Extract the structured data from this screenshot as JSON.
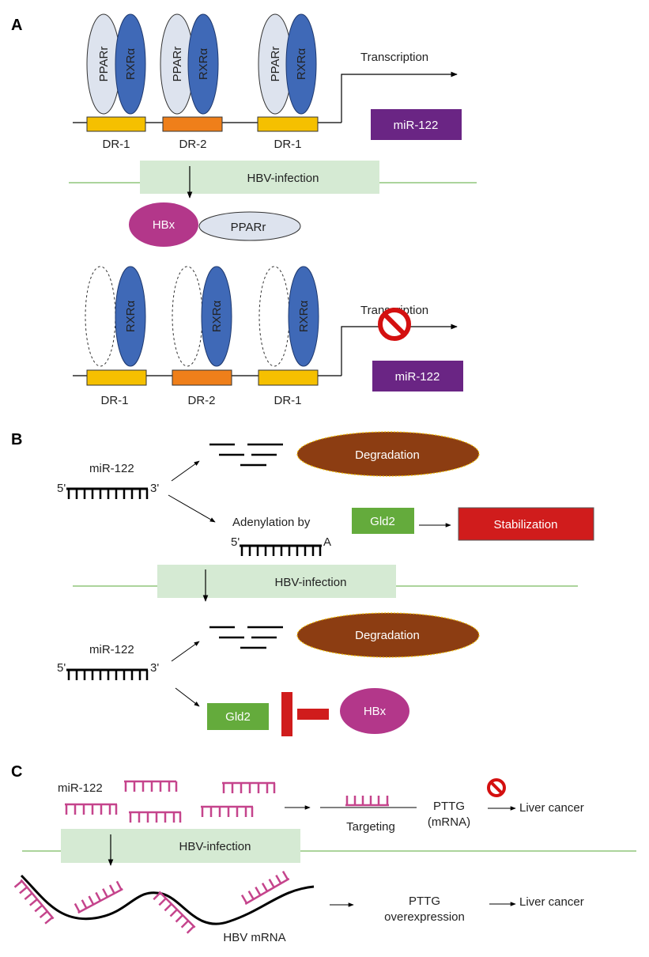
{
  "panels": {
    "a": "A",
    "b": "B",
    "c": "C"
  },
  "colors": {
    "ppar": "#dde3ee",
    "rxr": "#3f69b7",
    "dr1": "#f5c000",
    "dr2": "#ef7f1a",
    "mir_box": "#6a2584",
    "hbv_band": "#d5ead3",
    "hbv_line": "#5aaa3a",
    "hbx": "#b3378a",
    "degradation": "#8c3d12",
    "gld2": "#64ab3c",
    "stabilization": "#d01c1c",
    "strand_c": "#c5448c",
    "no_sign": "#d41010"
  },
  "a": {
    "ppar_label": "PPARr",
    "rxr_label": "RXRα",
    "transcription": "Transcription",
    "mir": "miR-122",
    "dr1": "DR-1",
    "dr2": "DR-2",
    "hbv": "HBV-infection",
    "hbx": "HBx",
    "ppar_free": "PPARr",
    "transcription_blocked": "Transcription",
    "mir_blocked": "miR-122"
  },
  "b": {
    "mir_top": "miR-122",
    "five_prime": "5'",
    "three_prime": "3'",
    "degradation_top": "Degradation",
    "adenylation": "Adenylation by",
    "a_tail": "A",
    "gld2_top": "Gld2",
    "stabilization": "Stabilization",
    "hbv": "HBV-infection",
    "mir_bottom": "miR-122",
    "degradation_bottom": "Degradation",
    "gld2_bottom": "Gld2",
    "hbx": "HBx"
  },
  "c": {
    "mir": "miR-122",
    "targeting": "Targeting",
    "pttg_mrna_line1": "PTTG",
    "pttg_mrna_line2": "(mRNA)",
    "liver_cancer_top": "Liver cancer",
    "hbv": "HBV-infection",
    "hbv_mrna": "HBV mRNA",
    "pttg_over_line1": "PTTG",
    "pttg_over_line2": "overexpression",
    "liver_cancer_bottom": "Liver cancer"
  }
}
